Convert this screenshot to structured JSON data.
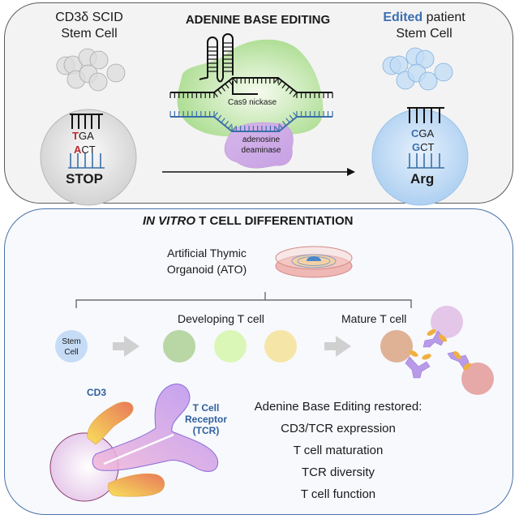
{
  "top_panel": {
    "left": {
      "title_line1": "CD3δ SCID",
      "title_line2": "Stem Cell",
      "codon_top_mut": "T",
      "codon_top_rest": "GA",
      "codon_bottom_mut": "A",
      "codon_bottom_rest": "CT",
      "result": "STOP"
    },
    "center": {
      "title": "ADENINE BASE EDITING",
      "cas9_label": "Cas9 nickase",
      "deaminase_line1": "adenosine",
      "deaminase_line2": "deaminase"
    },
    "right": {
      "title_highlight": "Edited",
      "title_rest": " patient",
      "title_line2": "Stem Cell",
      "codon_top_mut": "C",
      "codon_top_rest": "GA",
      "codon_bottom_mut": "G",
      "codon_bottom_rest": "CT",
      "result": "Arg"
    }
  },
  "bottom_panel": {
    "title_italic": "IN VITRO",
    "title_rest": " T CELL DIFFERENTIATION",
    "ato_line1": "Artificial Thymic",
    "ato_line2": "Organoid (ATO)",
    "stem_cell_line1": "Stem",
    "stem_cell_line2": "Cell",
    "developing_label": "Developing T cell",
    "mature_label": "Mature T cell",
    "cd3_label": "CD3",
    "tcr_line1": "T Cell",
    "tcr_line2": "Receptor",
    "tcr_line3": "(TCR)",
    "results_heading": "Adenine Base Editing restored:",
    "results": [
      "CD3/TCR expression",
      "T cell maturation",
      "TCR diversity",
      "T cell function"
    ]
  },
  "colors": {
    "mutation_red": "#c0282d",
    "edit_blue": "#3b6fb0",
    "label_blue": "#2f5f9a",
    "dna_blue": "#3a6fa8"
  }
}
